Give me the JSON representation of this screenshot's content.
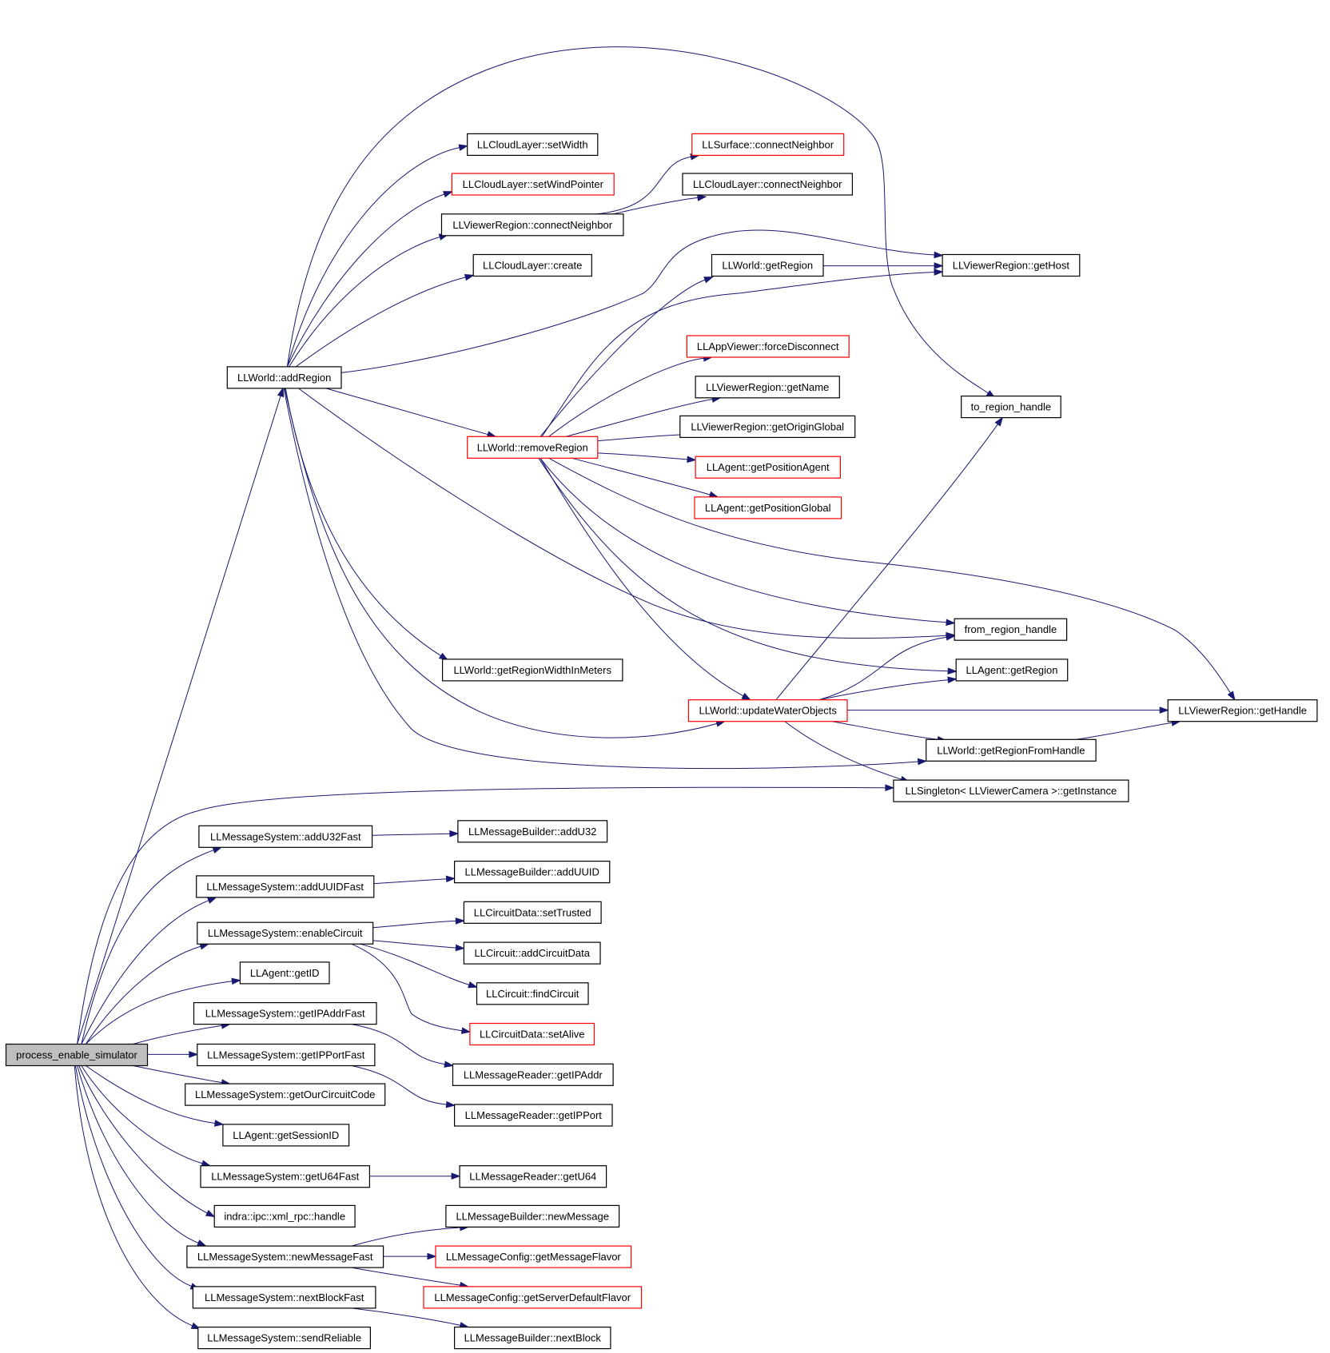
{
  "nodes": {
    "root": "process_enable_simulator",
    "addRegion": "LLWorld::addRegion",
    "cloudSetWidth": "LLCloudLayer::setWidth",
    "cloudSetWindPointer": "LLCloudLayer::setWindPointer",
    "viewerConnectNeighbor": "LLViewerRegion::connectNeighbor",
    "cloudCreate": "LLCloudLayer::create",
    "surfaceConnectNeighbor": "LLSurface::connectNeighbor",
    "cloudConnectNeighbor": "LLCloudLayer::connectNeighbor",
    "worldGetRegion": "LLWorld::getRegion",
    "viewerGetHost": "LLViewerRegion::getHost",
    "appForceDisconnect": "LLAppViewer::forceDisconnect",
    "viewerGetName": "LLViewerRegion::getName",
    "toRegionHandle": "to_region_handle",
    "viewerGetOriginGlobal": "LLViewerRegion::getOriginGlobal",
    "removeRegion": "LLWorld::removeRegion",
    "agentGetPositionAgent": "LLAgent::getPositionAgent",
    "agentGetPositionGlobal": "LLAgent::getPositionGlobal",
    "fromRegionHandle": "from_region_handle",
    "getRegionWidthInMeters": "LLWorld::getRegionWidthInMeters",
    "agentGetRegion": "LLAgent::getRegion",
    "updateWaterObjects": "LLWorld::updateWaterObjects",
    "viewerGetHandle": "LLViewerRegion::getHandle",
    "getRegionFromHandle": "LLWorld::getRegionFromHandle",
    "singletonGetInstance": "LLSingleton< LLViewerCamera >::getInstance",
    "addU32Fast": "LLMessageSystem::addU32Fast",
    "builderAddU32": "LLMessageBuilder::addU32",
    "addUUIDFast": "LLMessageSystem::addUUIDFast",
    "builderAddUUID": "LLMessageBuilder::addUUID",
    "enableCircuit": "LLMessageSystem::enableCircuit",
    "circuitSetTrusted": "LLCircuitData::setTrusted",
    "circuitAddCircuitData": "LLCircuit::addCircuitData",
    "agentGetID": "LLAgent::getID",
    "circuitFindCircuit": "LLCircuit::findCircuit",
    "getIPAddrFast": "LLMessageSystem::getIPAddrFast",
    "circuitSetAlive": "LLCircuitData::setAlive",
    "getIPPortFast": "LLMessageSystem::getIPPortFast",
    "readerGetIPAddr": "LLMessageReader::getIPAddr",
    "getOurCircuitCode": "LLMessageSystem::getOurCircuitCode",
    "readerGetIPPort": "LLMessageReader::getIPPort",
    "agentGetSessionID": "LLAgent::getSessionID",
    "getU64Fast": "LLMessageSystem::getU64Fast",
    "readerGetU64": "LLMessageReader::getU64",
    "xmlRpcHandle": "indra::ipc::xml_rpc::handle",
    "builderNewMessage": "LLMessageBuilder::newMessage",
    "newMessageFast": "LLMessageSystem::newMessageFast",
    "configGetMessageFlavor": "LLMessageConfig::getMessageFlavor",
    "nextBlockFast": "LLMessageSystem::nextBlockFast",
    "configGetServerDefaultFlavor": "LLMessageConfig::getServerDefaultFlavor",
    "sendReliable": "LLMessageSystem::sendReliable",
    "builderNextBlock": "LLMessageBuilder::nextBlock"
  },
  "colors": {
    "edge": "#191970",
    "border": "#000000",
    "truncated_border": "#ff0000",
    "root_fill": "#bfbfbf"
  }
}
